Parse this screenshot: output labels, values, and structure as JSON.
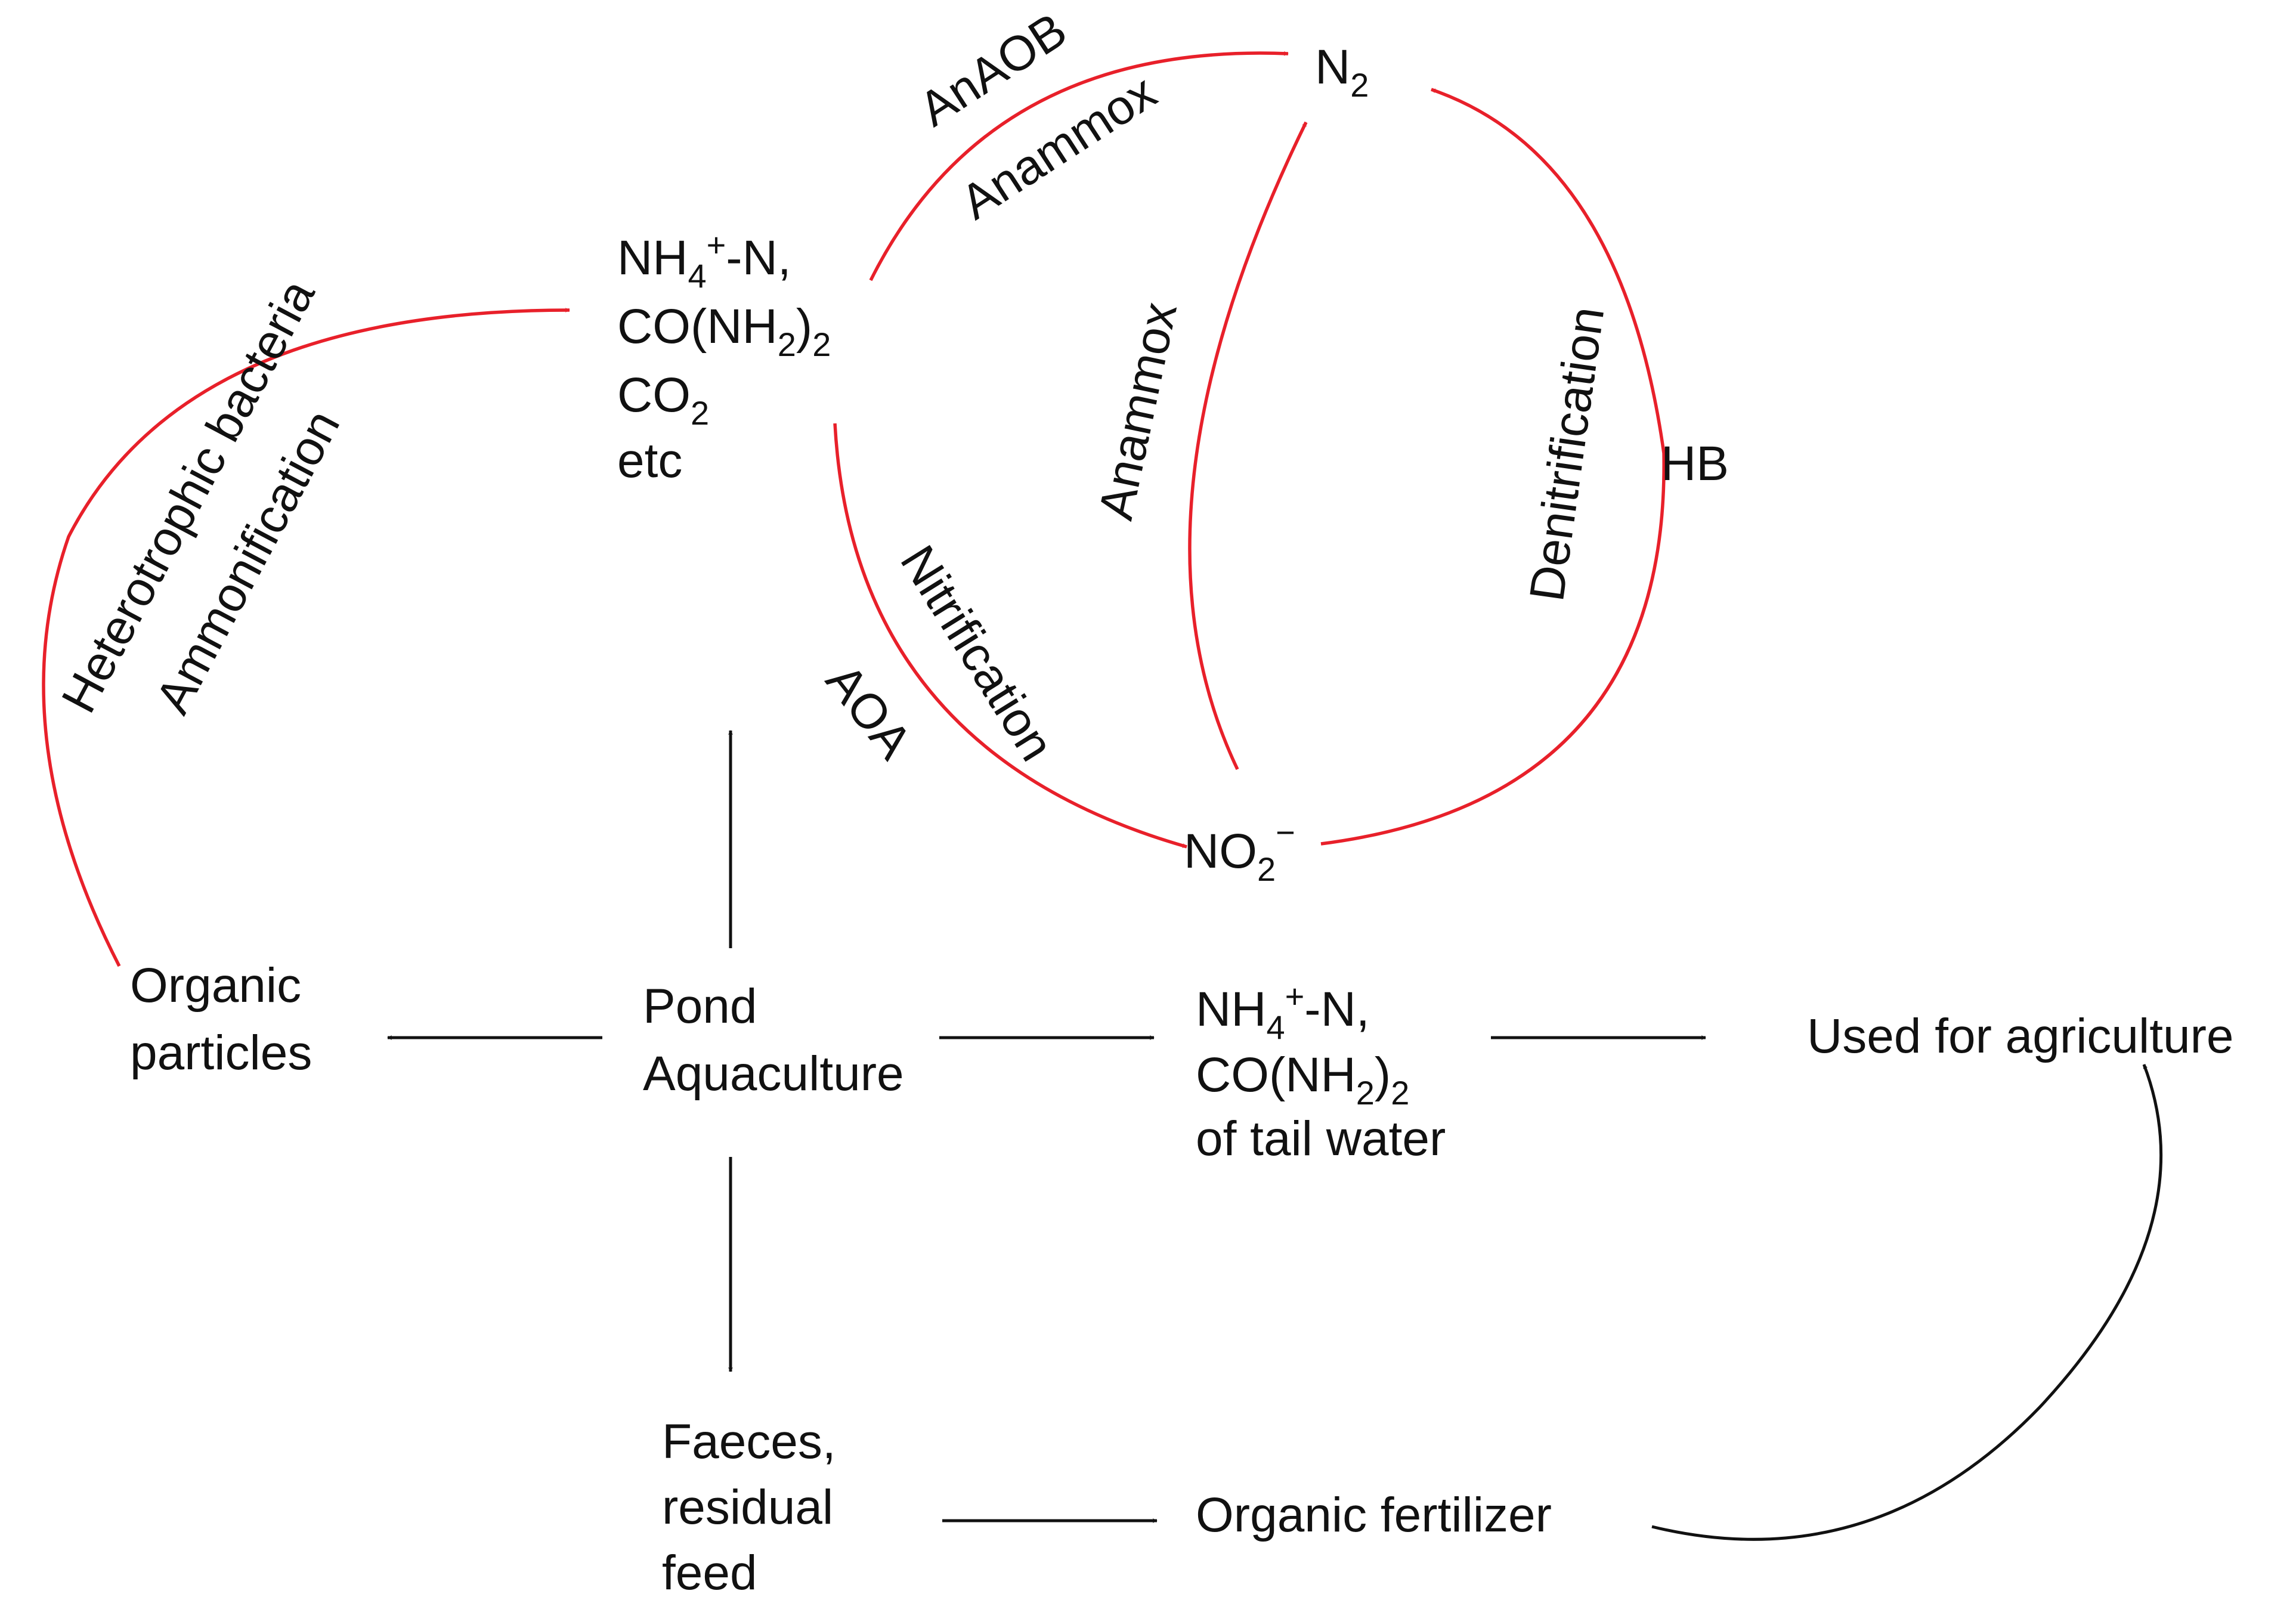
{
  "nodes": {
    "n2": {
      "base": "N",
      "sub": "2"
    },
    "ammonium": {
      "l1": {
        "a": "NH",
        "b": "4",
        "c": "+",
        "d": "-N,"
      },
      "l2": {
        "a": "CO(NH",
        "b": "2",
        "c": ")",
        "d": "2"
      },
      "l3": {
        "a": "CO",
        "b": "2"
      },
      "l4": "etc"
    },
    "nitrite": {
      "a": "NO",
      "b": "2",
      "c": "−"
    },
    "organic_particles": [
      "Organic",
      "particles"
    ],
    "pond": [
      "Pond",
      "Aquaculture"
    ],
    "tail_water": {
      "l1": {
        "a": "NH",
        "b": "4",
        "c": "+",
        "d": "-N,"
      },
      "l2": {
        "a": "CO(NH",
        "b": "2",
        "c": ")",
        "d": "2"
      },
      "l3": "of tail water"
    },
    "agriculture": "Used for agriculture",
    "faeces": [
      "Faeces,",
      "residual",
      "feed"
    ],
    "fertilizer": "Organic fertilizer"
  },
  "labels": {
    "anaob": "AnAOB",
    "anammox_top": "Anammox",
    "anammox_mid": "Anammox",
    "denitrification": "Denitrification",
    "hb": "HB",
    "nitrification": "Nitrification",
    "aoa": "AOA",
    "heterotrophic": "Heterotrophic bacteria",
    "ammonification": "Ammonification"
  },
  "colors": {
    "microbial_process": "#e8202a",
    "flow": "#111111"
  }
}
